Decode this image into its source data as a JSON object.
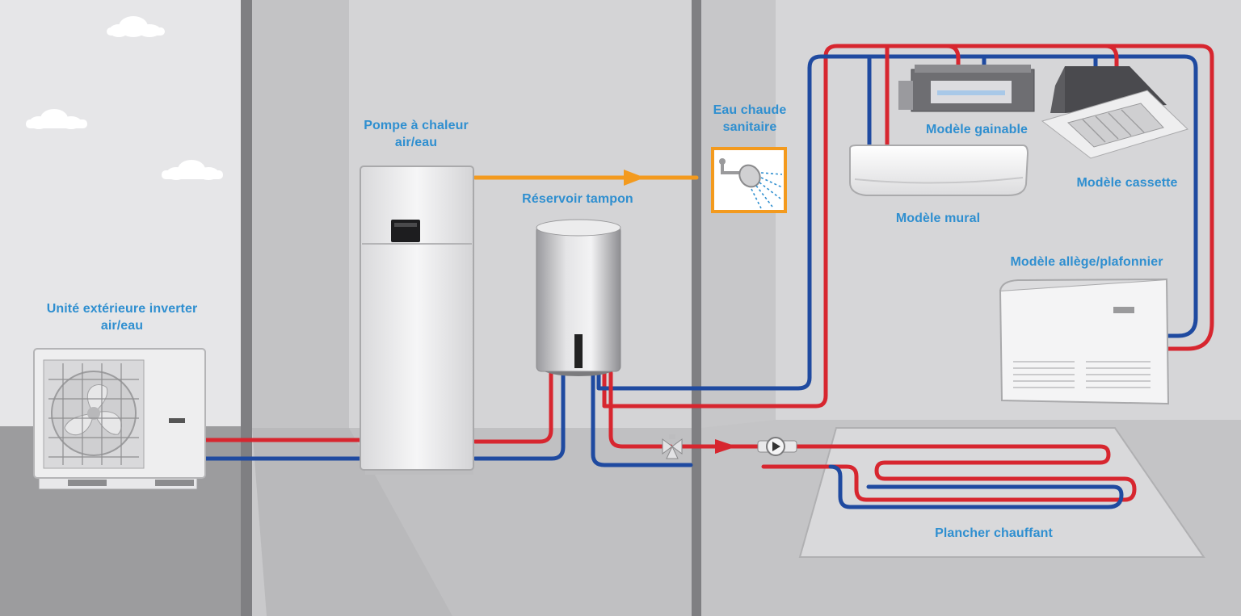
{
  "labels": {
    "outdoor_unit": [
      "Unité extérieure inverter",
      "air/eau"
    ],
    "heat_pump": [
      "Pompe à chaleur",
      "air/eau"
    ],
    "buffer_tank": "Réservoir tampon",
    "hot_water": [
      "Eau chaude",
      "sanitaire"
    ],
    "ducted": "Modèle gainable",
    "cassette": "Modèle cassette",
    "wall": "Modèle mural",
    "ceiling_floor": "Modèle allège/plafonnier",
    "floor_heating": "Plancher chauffant"
  },
  "colors": {
    "hot_pipe": "#d7262f",
    "cold_pipe": "#1f4aa0",
    "hot_water_pipe": "#f39a1e",
    "label_text": "#2f8fd0"
  },
  "icons": [
    "cloud-icon",
    "fan-icon",
    "shower-icon",
    "valve-icon",
    "pump-icon",
    "flow-arrow-icon"
  ]
}
